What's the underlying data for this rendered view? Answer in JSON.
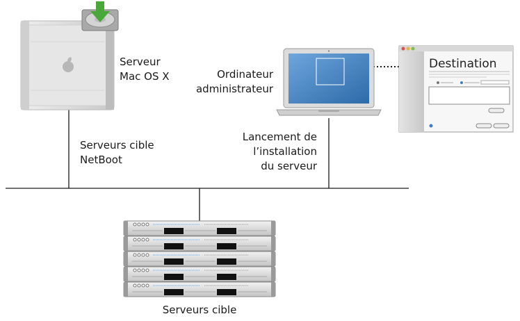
{
  "labels": {
    "server_line1": "Serveur",
    "server_line2": "Mac OS X",
    "admin_line1": "Ordinateur",
    "admin_line2": "administrateur",
    "netboot_line1": "Serveurs cible",
    "netboot_line2": "NetBoot",
    "launch_line1": "Lancement de",
    "launch_line2": "l’installation",
    "launch_line3": "du serveur",
    "targets": "Serveurs cible"
  },
  "window": {
    "title": "Destination"
  },
  "colors": {
    "line": "#1a1a1a",
    "screen": "#3f7fc1",
    "download_arrow": "#4aa83a",
    "chassis": "#d9d9d9"
  },
  "icons": {
    "server_tower": "mac-pro-tower-icon",
    "disk_download": "hard-disk-download-icon",
    "laptop": "macbook-pro-icon",
    "rack": "xserve-rack-icon"
  },
  "counts": {
    "rack_units": 5
  }
}
